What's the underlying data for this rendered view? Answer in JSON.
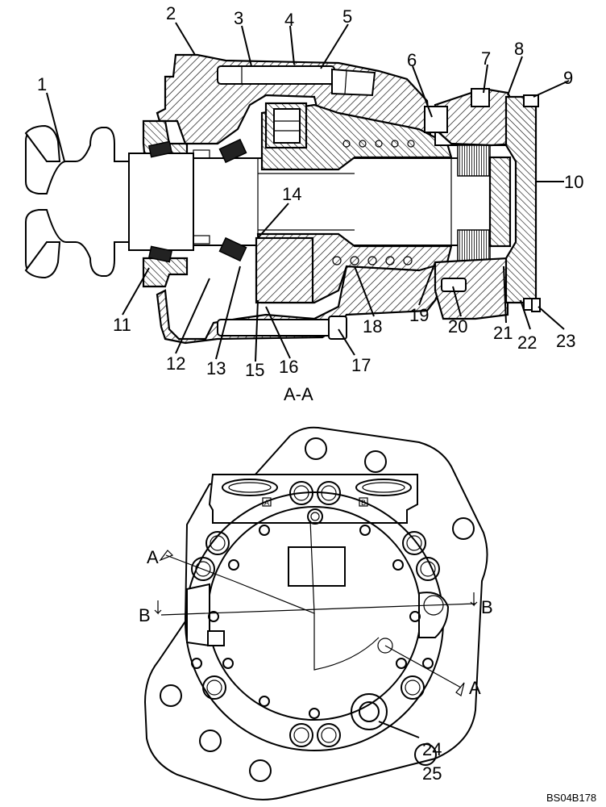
{
  "callouts": [
    "1",
    "2",
    "3",
    "4",
    "5",
    "6",
    "7",
    "8",
    "9",
    "10",
    "11",
    "12",
    "13",
    "14",
    "15",
    "16",
    "17",
    "18",
    "19",
    "20",
    "21",
    "22",
    "23",
    "24",
    "25"
  ],
  "section_title": "A-A",
  "section_markers": {
    "a_left": "A",
    "a_right": "A",
    "b_left": "B",
    "b_right": "B"
  },
  "port_labels": {
    "a": "A",
    "b": "B"
  },
  "reference_code": "BS04B178"
}
